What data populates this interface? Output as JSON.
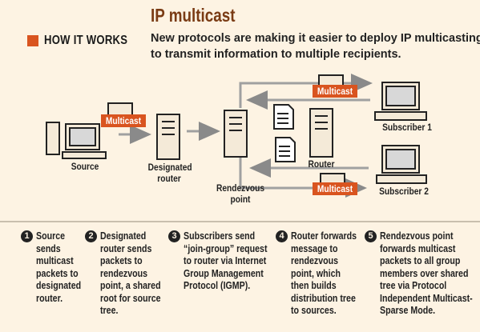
{
  "header": {
    "section_label": "HOW IT WORKS",
    "title": "IP multicast",
    "subtitle": "New protocols are making it easier to deploy IP multicasting to transmit information to multiple recipients."
  },
  "diagram": {
    "tag_multicast": "Multicast",
    "labels": {
      "source": "Source",
      "designated_router": "Designated router",
      "rendezvous_point": "Rendezvous point",
      "router": "Router",
      "subscriber_1": "Subscriber 1",
      "subscriber_2": "Subscriber 2"
    }
  },
  "steps": [
    {
      "num": "1",
      "text": "Source sends multicast packets to designated router."
    },
    {
      "num": "2",
      "text": "Designated router sends packets to rendezvous point, a shared root for source tree."
    },
    {
      "num": "3",
      "text": "Subscribers send “join-group” request to router via Internet Group Management Protocol (IGMP)."
    },
    {
      "num": "4",
      "text": "Router forwards message to rendezvous point, which then builds distribution tree to sources."
    },
    {
      "num": "5",
      "text": "Rendezvous point forwards multicast packets to all group members over shared tree via Protocol Independent Multicast-Sparse Mode."
    }
  ],
  "colors": {
    "accent": "#d9541f",
    "background": "#fdf3e3",
    "title": "#7a3b14"
  }
}
